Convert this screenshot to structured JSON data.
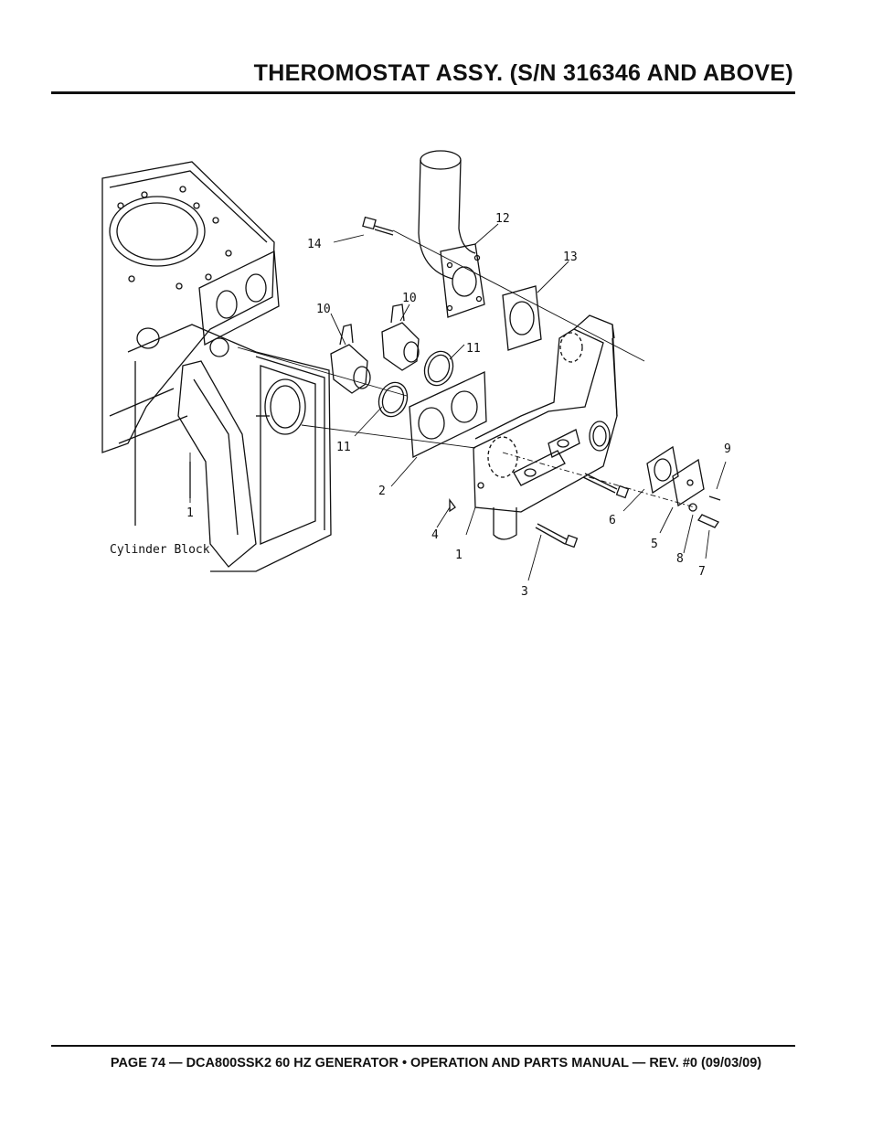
{
  "header": {
    "title": "THEROMOSTAT ASSY. (S/N 316346 AND ABOVE)"
  },
  "diagram": {
    "callouts": [
      "14",
      "12",
      "13",
      "10",
      "10",
      "11",
      "11",
      "2",
      "4",
      "1",
      "1",
      "3",
      "6",
      "5",
      "8",
      "7",
      "9"
    ],
    "block_label": "Cylinder Block"
  },
  "footer": {
    "text": "PAGE 74 — DCA800SSK2 60 HZ GENERATOR • OPERATION AND PARTS MANUAL — REV. #0 (09/03/09)"
  }
}
